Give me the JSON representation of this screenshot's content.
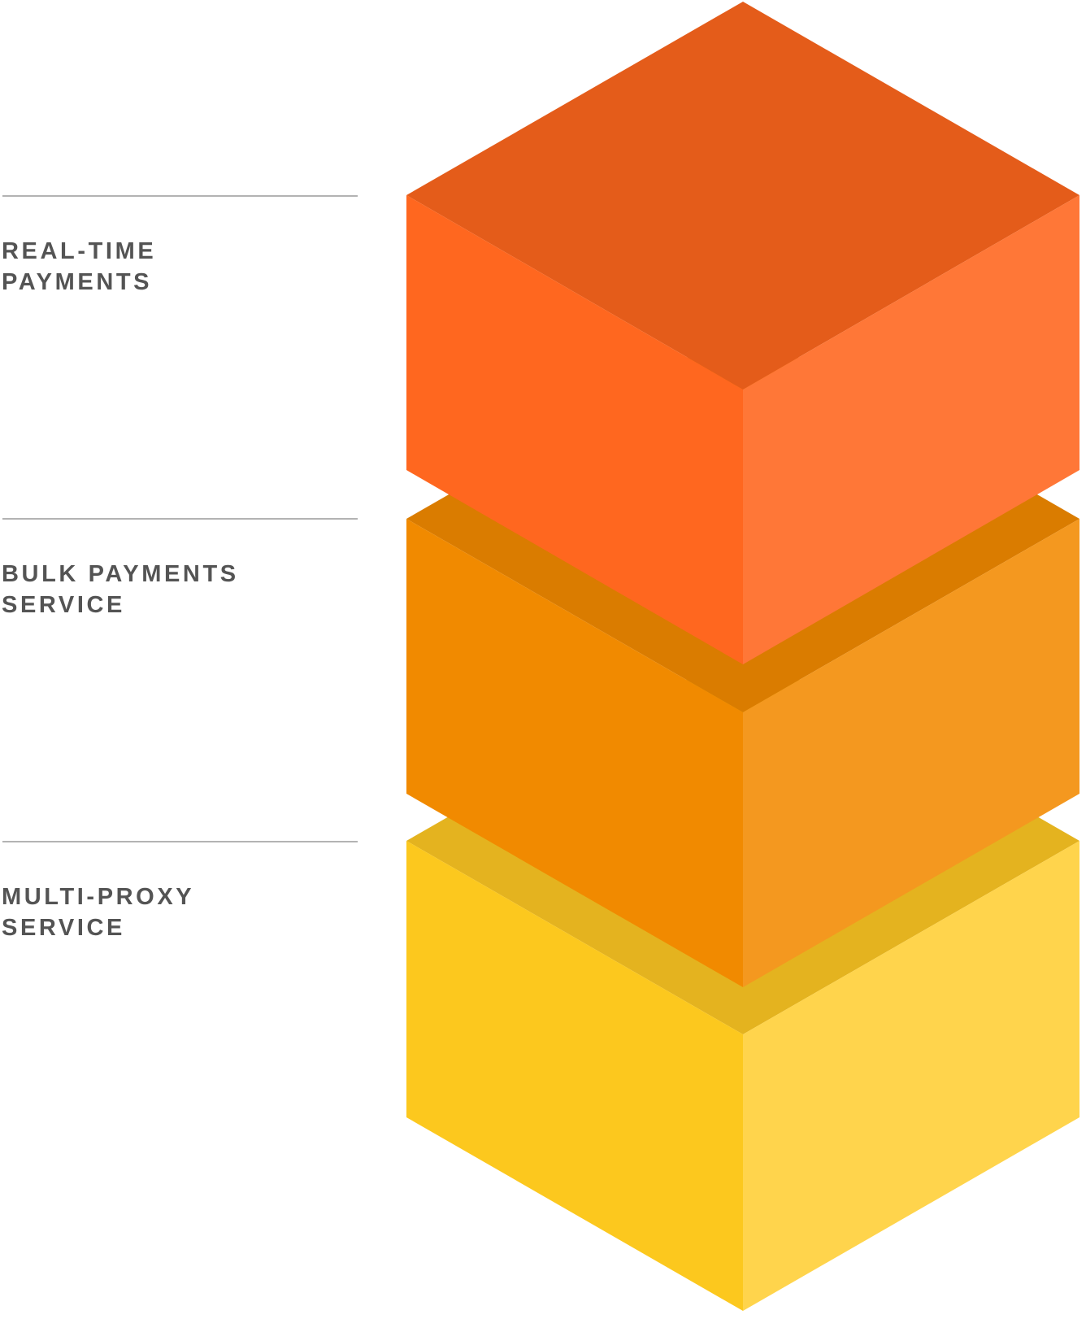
{
  "layers": [
    {
      "id": "real-time-payments",
      "label_lines": [
        "REAL-TIME",
        "PAYMENTS"
      ],
      "colors": {
        "top": "#E45C1A",
        "left": "#FF671F",
        "right": "#FF7737"
      }
    },
    {
      "id": "bulk-payments-service",
      "label_lines": [
        "BULK PAYMENTS",
        "SERVICE"
      ],
      "colors": {
        "top": "#DA7C00",
        "left": "#F18A00",
        "right": "#F4981F"
      }
    },
    {
      "id": "multi-proxy-service",
      "label_lines": [
        "MULTI-PROXY",
        "SERVICE"
      ],
      "colors": {
        "top": "#E4B31F",
        "left": "#FCC81E",
        "right": "#FFD44C"
      }
    }
  ],
  "label_color": "#545454",
  "divider_color": "#B3B3B3"
}
